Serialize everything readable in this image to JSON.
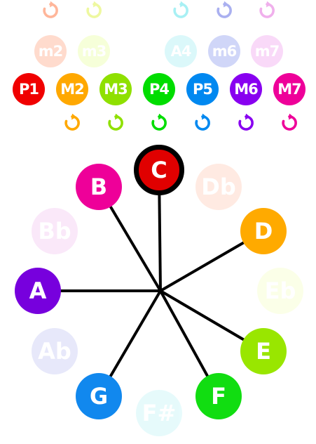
{
  "interval_rows": {
    "top": [
      {
        "label": "m2",
        "color": "#ff7f50",
        "state": "faded"
      },
      {
        "label": "m3",
        "color": "#e0ff7a",
        "state": "faded"
      },
      {
        "label": "A4",
        "color": "#7fe8f0",
        "state": "faded"
      },
      {
        "label": "m6",
        "color": "#5a6ee8",
        "state": "faded"
      },
      {
        "label": "m7",
        "color": "#ec7ae8",
        "state": "faded"
      }
    ],
    "main": [
      {
        "label": "P1",
        "color": "#f00000"
      },
      {
        "label": "M2",
        "color": "#ffa800"
      },
      {
        "label": "M3",
        "color": "#8fe000"
      },
      {
        "label": "P4",
        "color": "#00dd00"
      },
      {
        "label": "P5",
        "color": "#0088f0"
      },
      {
        "label": "M6",
        "color": "#8800f0"
      },
      {
        "label": "M7",
        "color": "#ee0099"
      }
    ]
  },
  "cycle_icons": {
    "top": [
      {
        "name": "cycle-m2-icon",
        "color": "#ffb69a"
      },
      {
        "name": "cycle-m3-icon",
        "color": "#eef8a0"
      },
      {
        "name": "cycle-a4-icon",
        "color": "#a8f0f4"
      },
      {
        "name": "cycle-m6-icon",
        "color": "#aab0f0"
      },
      {
        "name": "cycle-m7-icon",
        "color": "#f0b0ec"
      }
    ],
    "bottom": [
      {
        "name": "cycle-M2-icon",
        "color": "#ffa800"
      },
      {
        "name": "cycle-M3-icon",
        "color": "#8fe000"
      },
      {
        "name": "cycle-P4-icon",
        "color": "#00dd00"
      },
      {
        "name": "cycle-P5-icon",
        "color": "#0088f0"
      },
      {
        "name": "cycle-M6-icon",
        "color": "#8800f0"
      },
      {
        "name": "cycle-M7-icon",
        "color": "#ee0099"
      }
    ]
  },
  "wheel": {
    "root": "C",
    "notes": [
      {
        "label": "C",
        "color": "#e00000",
        "state": "selected"
      },
      {
        "label": "Db",
        "color": "#ffb69a",
        "state": "faded"
      },
      {
        "label": "D",
        "color": "#ffaa00",
        "state": "active"
      },
      {
        "label": "Eb",
        "color": "#f4ffb0",
        "state": "faded"
      },
      {
        "label": "E",
        "color": "#99e600",
        "state": "active"
      },
      {
        "label": "F",
        "color": "#11dd11",
        "state": "active"
      },
      {
        "label": "F#",
        "color": "#a8f0f4",
        "state": "faded"
      },
      {
        "label": "G",
        "color": "#1188ee",
        "state": "active"
      },
      {
        "label": "Ab",
        "color": "#aab0f0",
        "state": "faded"
      },
      {
        "label": "A",
        "color": "#7700dd",
        "state": "active"
      },
      {
        "label": "Bb",
        "color": "#f0b0ec",
        "state": "faded"
      },
      {
        "label": "B",
        "color": "#ee0099",
        "state": "active"
      }
    ]
  }
}
